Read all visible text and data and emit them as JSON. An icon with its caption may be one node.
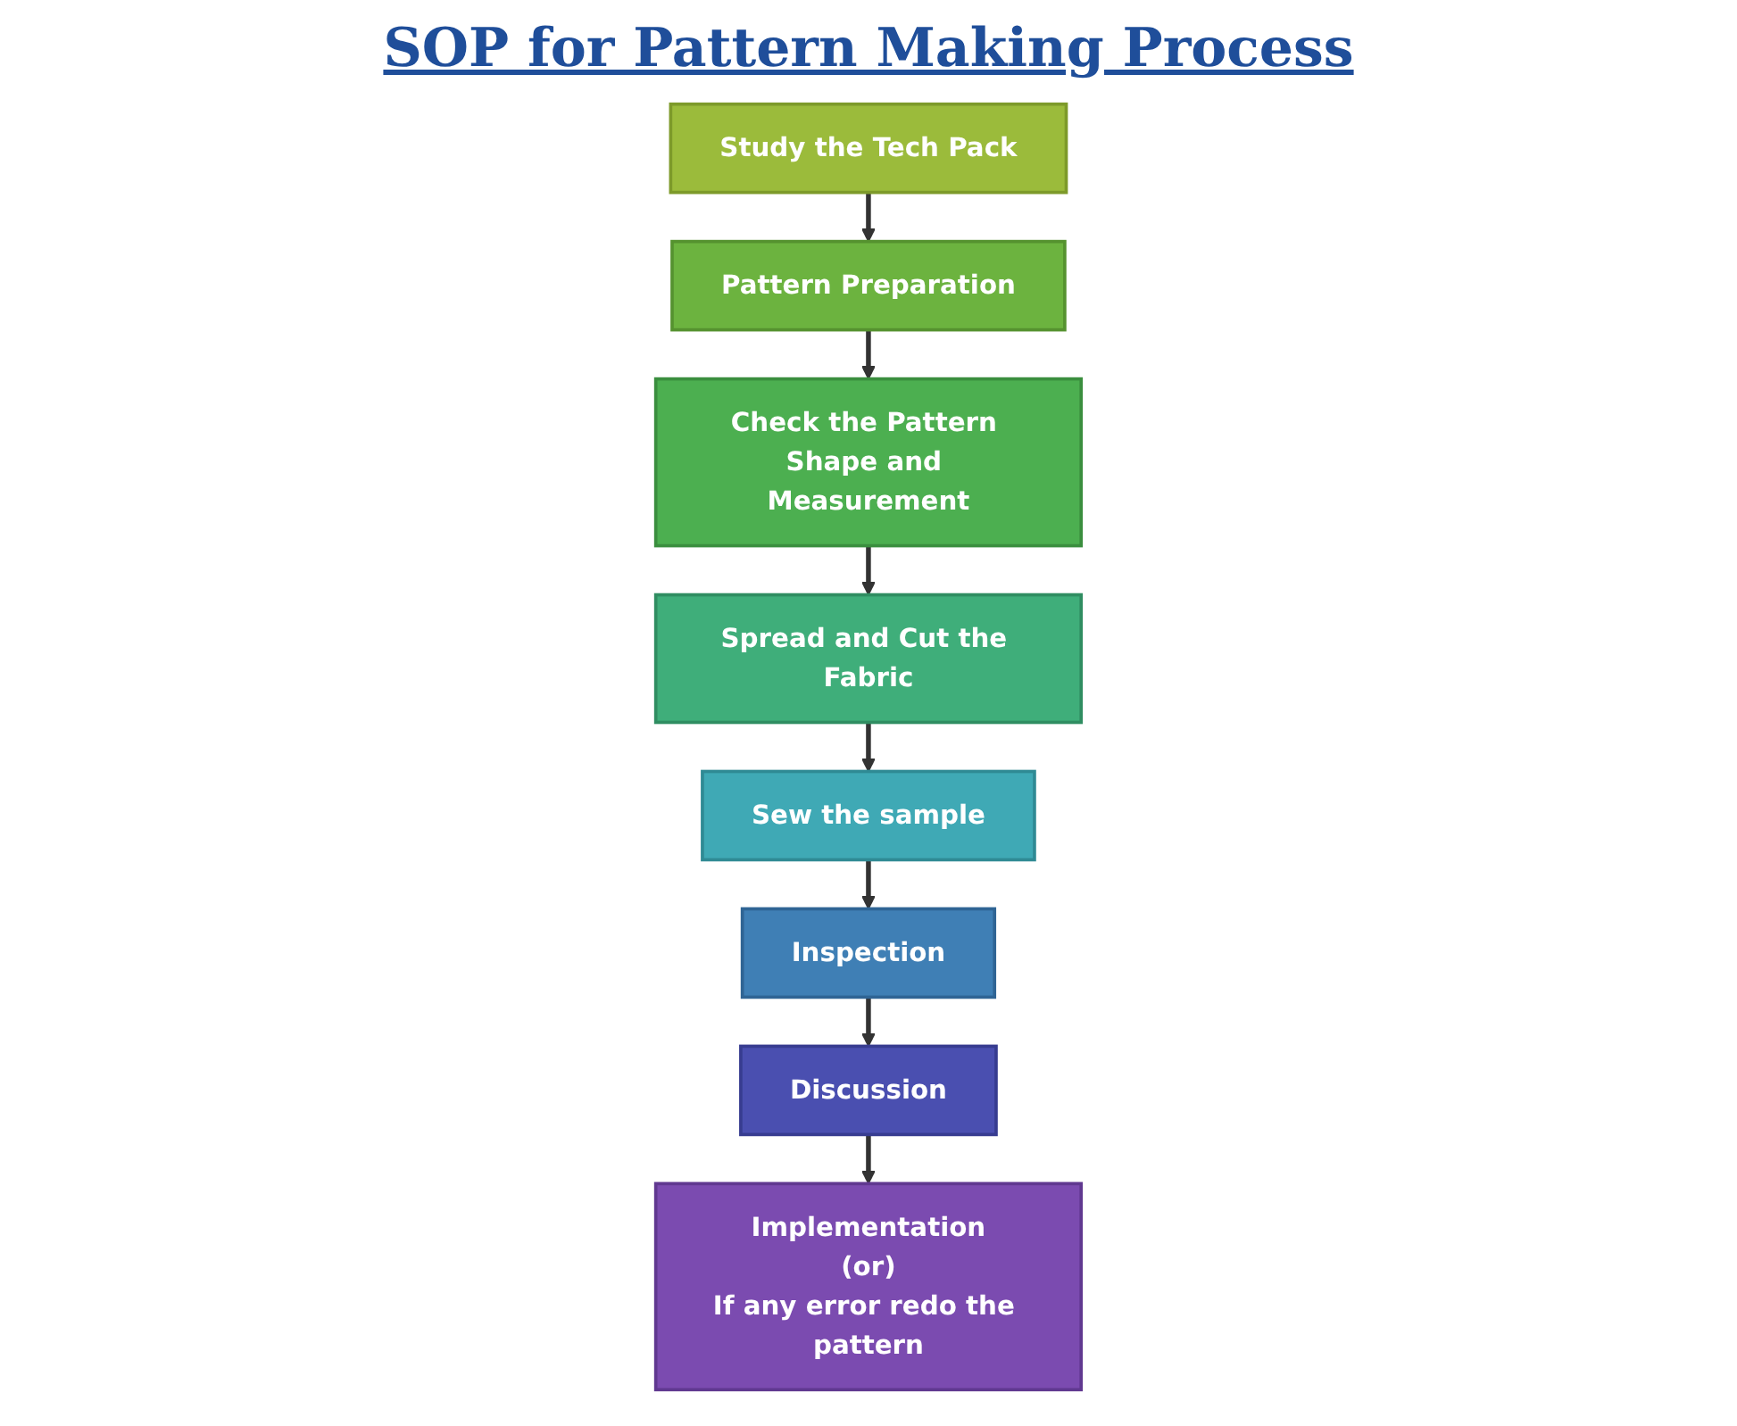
{
  "diagram": {
    "title": "SOP for Pattern Making Process",
    "nodes": [
      {
        "text": [
          "Study the Tech Pack"
        ]
      },
      {
        "text": [
          "Pattern Preparation"
        ]
      },
      {
        "text": [
          "Check the Pattern Shape and Measurement"
        ]
      },
      {
        "text": [
          "Spread and Cut the Fabric"
        ]
      },
      {
        "text": [
          "Sew the sample"
        ]
      },
      {
        "text": [
          "Inspection"
        ]
      },
      {
        "text": [
          "Discussion"
        ]
      },
      {
        "text": [
          "Implementation",
          "(or)",
          "If any error redo the pattern"
        ]
      }
    ],
    "edges": [
      {
        "from": 0,
        "to": 1,
        "arrow": "to"
      },
      {
        "from": 1,
        "to": 2,
        "arrow": "to"
      },
      {
        "from": 2,
        "to": 3,
        "arrow": "to"
      },
      {
        "from": 3,
        "to": 4,
        "arrow": "to"
      },
      {
        "from": 4,
        "to": 5,
        "arrow": "to"
      },
      {
        "from": 5,
        "to": 6,
        "arrow": "to"
      },
      {
        "from": 6,
        "to": 7,
        "arrow": "to"
      }
    ]
  }
}
